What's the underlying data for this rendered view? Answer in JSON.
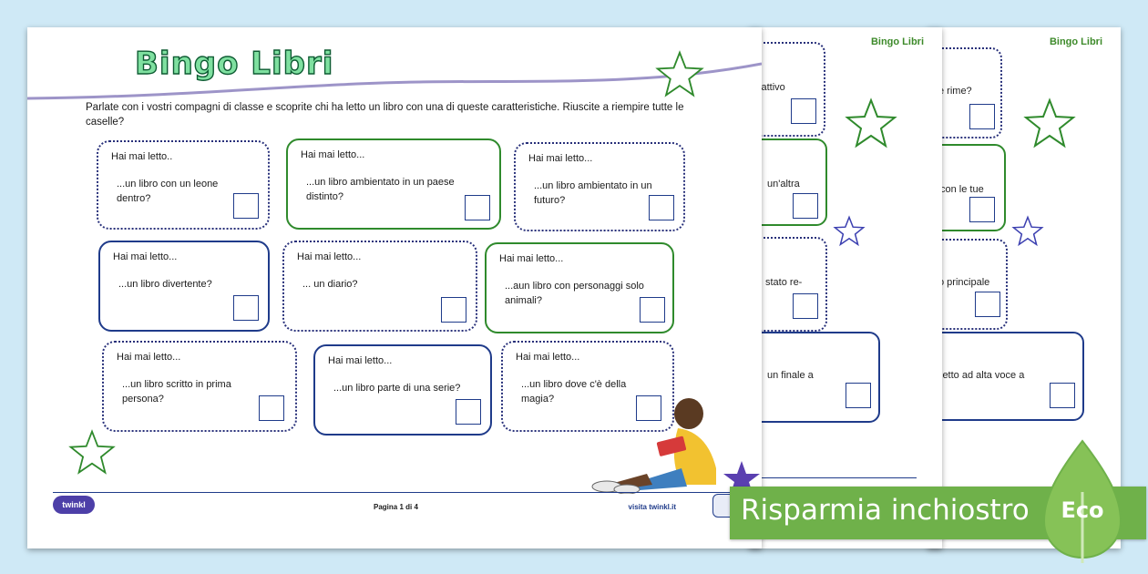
{
  "title": "Bingo Libri",
  "intro": "Parlate con i vostri compagni di classe e scoprite chi ha letto un libro con una di queste caratteristiche. Riuscite a riempire tutte le caselle?",
  "cards": [
    {
      "q": "Hai mai letto..",
      "t": "...un libro con un leone dentro?"
    },
    {
      "q": "Hai mai letto...",
      "t": "...un libro ambientato in un paese distinto?"
    },
    {
      "q": "Hai mai letto...",
      "t": "...un libro ambientato in un futuro?"
    },
    {
      "q": "Hai mai letto...",
      "t": "...un libro divertente?"
    },
    {
      "q": "Hai mai letto...",
      "t": "... un diario?"
    },
    {
      "q": "Hai mai letto...",
      "t": "...aun libro con personaggi solo animali?"
    },
    {
      "q": "Hai mai letto...",
      "t": "...un libro scritto in prima persona?"
    },
    {
      "q": "Hai mai letto...",
      "t": "...un libro parte di una serie?"
    },
    {
      "q": "Hai mai letto...",
      "t": "...un libro dove c'è della magia?"
    }
  ],
  "footer": {
    "logo": "twinkl",
    "page": "Pagina 1 di 4",
    "visit": "visita twinkl.it"
  },
  "sheet2": {
    "title": "Bingo Libri",
    "frag1": "cattivo",
    "frag2": "un'altra",
    "frag3": "stato re-",
    "frag4": "un finale a"
  },
  "sheet3": {
    "title": "Bingo Libri",
    "frag1": "e rime?",
    "frag2": "con le tue",
    "frag3": "o principale",
    "frag4": "letto ad alta voce a"
  },
  "banner": {
    "text": "Risparmia inchiostro",
    "eco": "Eco"
  },
  "colors": {
    "background": "#cfe9f6",
    "green": "#2f8a2c",
    "blue": "#1f3b8a",
    "banner": "#6fb14a",
    "title_fill": "#7fe0a0"
  }
}
